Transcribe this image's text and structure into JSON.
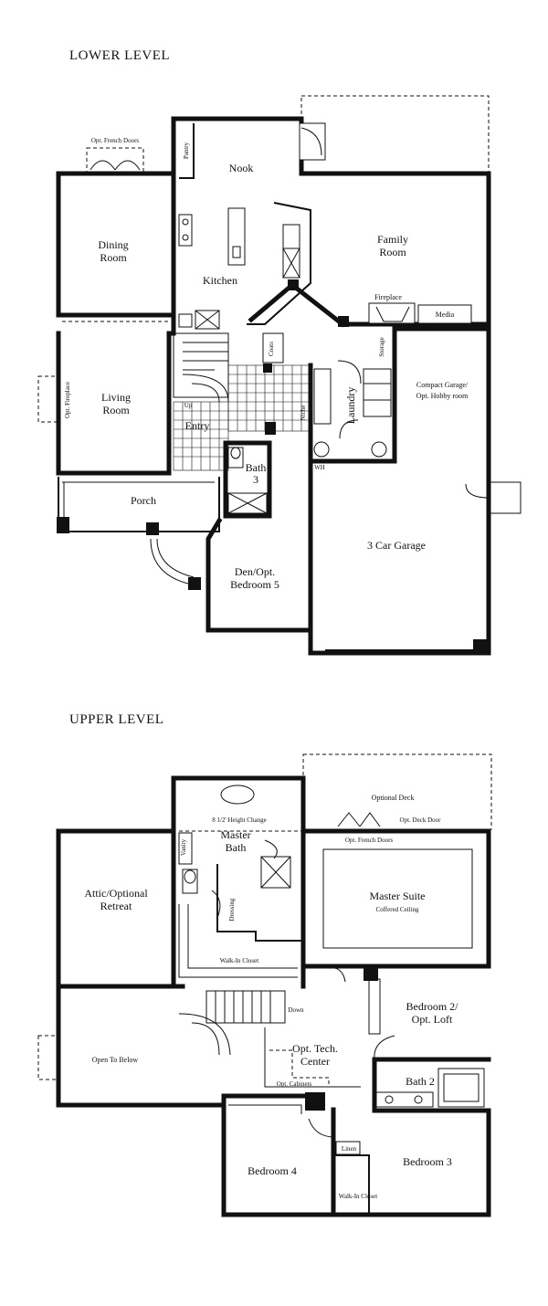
{
  "lower": {
    "title": "LOWER LEVEL",
    "labels": {
      "opt_french_doors": "Opt. French Doors",
      "pantry": "Pantry",
      "nook": "Nook",
      "dining_1": "Dining",
      "dining_2": "Room",
      "kitchen": "Kitchen",
      "family_1": "Family",
      "family_2": "Room",
      "fireplace": "Fireplace",
      "media": "Media",
      "coats": "Coats",
      "storage": "Storage",
      "niche": "Niche",
      "laundry": "Laundry",
      "wh": "WH",
      "compact_1": "Compact Garage/",
      "compact_2": "Opt. Hobby room",
      "living_1": "Living",
      "living_2": "Room",
      "opt_fireplace": "Opt. Fireplace",
      "up": "Up",
      "entry": "Entry",
      "bath3_1": "Bath",
      "bath3_2": "3",
      "porch": "Porch",
      "den_1": "Den/Opt.",
      "den_2": "Bedroom 5",
      "garage3": "3 Car Garage"
    }
  },
  "upper": {
    "title": "UPPER LEVEL",
    "labels": {
      "optional_deck": "Optional Deck",
      "opt_deck_door": "Opt. Deck Door",
      "height_change": "8 1/2' Height Change",
      "master_bath_1": "Master",
      "master_bath_2": "Bath",
      "vanity": "Vanity",
      "opt_french_doors": "Opt. French Doors",
      "attic_1": "Attic/Optional",
      "attic_2": "Retreat",
      "master_suite": "Master Suite",
      "coffered": "Coffered Ceiling",
      "dressing": "Dressing",
      "walkin": "Walk-In Closet",
      "down": "Down",
      "open_below": "Open To Below",
      "tech_1": "Opt. Tech.",
      "tech_2": "Center",
      "opt_cabinets": "Opt. Cabinets",
      "bed2_1": "Bedroom 2/",
      "bed2_2": "Opt. Loft",
      "bath2": "Bath 2",
      "linen": "Linen",
      "bed4": "Bedroom 4",
      "bed3": "Bedroom 3",
      "walkin2": "Walk-In Closet"
    }
  }
}
